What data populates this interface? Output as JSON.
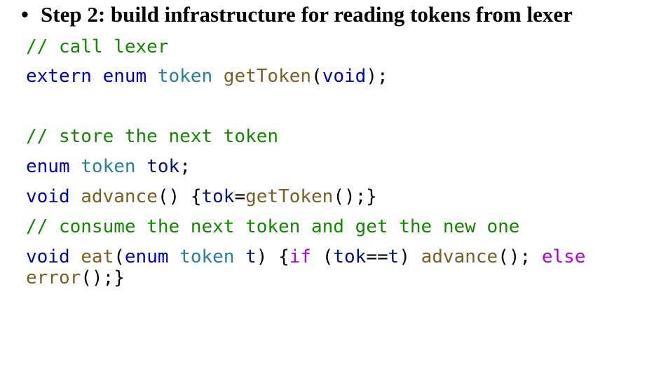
{
  "heading": {
    "bullet": "•",
    "text": "Step 2: build infrastructure for reading tokens from lexer"
  },
  "code": {
    "line1": {
      "comment": "// call lexer"
    },
    "line2": {
      "t1": "extern",
      "t2": "enum",
      "t3": "token",
      "t4": "getToken",
      "t5": "(",
      "t6": "void",
      "t7": ");"
    },
    "line3": {
      "comment": "// store the next token"
    },
    "line4": {
      "t1": "enum",
      "t2": "token",
      "t3": "tok",
      "t4": ";"
    },
    "line5": {
      "t1": "void",
      "t2": "advance",
      "t3": "() {",
      "t4": "tok",
      "t5": "=",
      "t6": "getToken",
      "t7": "();}"
    },
    "line6": {
      "comment": "// consume the next token and get the new one"
    },
    "line7": {
      "t1": "void",
      "t2": "eat",
      "t3": "(",
      "t4": "enum",
      "t5": "token",
      "t6": "t",
      "t7": ") {",
      "t8": "if",
      "t9": " (",
      "t10": "tok",
      "t11": "==",
      "t12": "t",
      "t13": ")",
      "t14": "advance",
      "t15": "();",
      "t16": "else"
    },
    "line8": {
      "t1": "error",
      "t2": "();}"
    }
  }
}
